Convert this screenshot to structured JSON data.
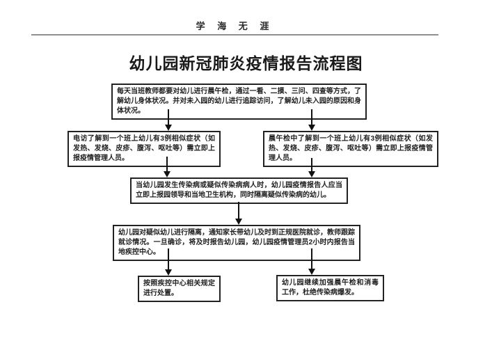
{
  "page": {
    "header_motto": "学 海 无 涯",
    "title": "幼儿园新冠肺炎疫情报告流程图"
  },
  "colors": {
    "ink": "#1a1a1a",
    "box_border": "#222222",
    "header_rule": "#8f8f8f",
    "background": "#ffffff"
  },
  "flowchart": {
    "nodes": [
      {
        "id": "daily-morning-noon-check",
        "text": "每天当班教师都要对幼儿进行晨午检，通过一看、二摸、三问、四查等方式，了解幼儿身体状况。并对未入园的幼儿进行追踪访问，了解幼儿未入园的原因和身体状况。"
      },
      {
        "id": "phone-visit-report",
        "text": "电访了解到一个班上幼儿有3例相似症状（如发热、发烧、皮疹、腹泻、呕吐等）需立即上报疫情管理人员。"
      },
      {
        "id": "morning-check-report",
        "text": "晨午检中了解到一个班上幼儿有3例相似症状（如发热、发烧、皮疹、腹泻、呕吐等）需立即上报疫情管理人员。"
      },
      {
        "id": "epidemic-report-isolate",
        "text": "当幼儿园发生传染病或疑似传染病病人时，幼儿园疫情报告人应当立即上报园领导和当地卫生机构，同时隔离疑似传染病的幼儿。"
      },
      {
        "id": "isolation-hospital-referral",
        "text": "幼儿园对疑似幼儿进行隔离，通知家长带幼儿及时到正规医院就诊，教师跟踪就诊情况。一旦确诊，将及时报告幼儿园，幼儿园疫情管理员2小时内报告当地疾控中心。"
      },
      {
        "id": "cdc-disposal",
        "text": "按照疾控中心相关规定进行处置。"
      },
      {
        "id": "strengthen-check-disinfection",
        "text": "幼儿园继续加强晨午检和消毒工作，杜绝传染病爆发。"
      }
    ]
  }
}
